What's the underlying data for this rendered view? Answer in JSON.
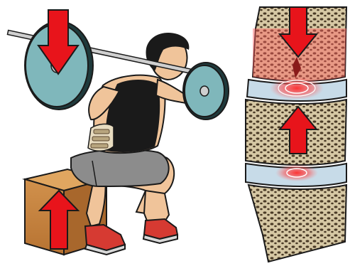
{
  "colors": {
    "arrow_red": "#e8141b",
    "plate_teal": "#7fb7bb",
    "box_wood": "#c98a46",
    "bone_cortex": "#b8a57e",
    "bone_marrow": "#5a4630",
    "disc_blue": "#c7dbe8",
    "inflammation_red": "#e83a3a",
    "skin": "#f0c49a",
    "tank_top": "#1a1a1a",
    "shorts_gray": "#8c8c8c",
    "shoe_red": "#d63a32"
  },
  "icons": {
    "down_arrow_barbell": "arrow-down",
    "up_arrow_box": "arrow-up",
    "down_arrow_spine": "arrow-down",
    "up_arrow_spine": "arrow-up"
  }
}
